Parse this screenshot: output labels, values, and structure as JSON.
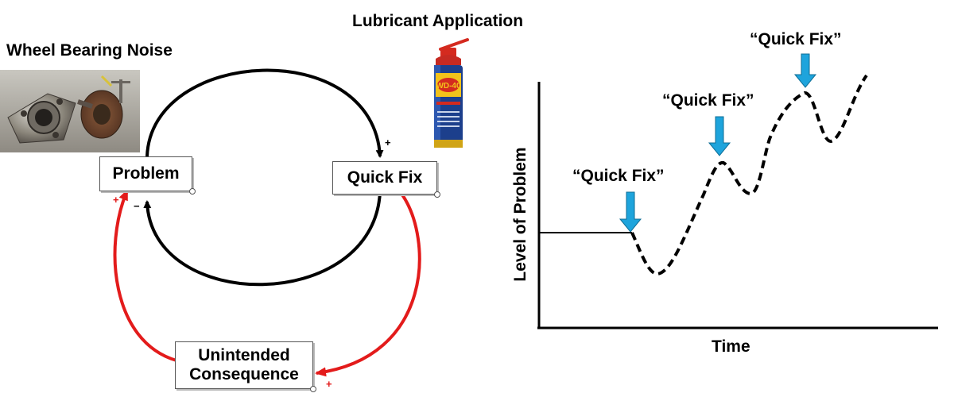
{
  "left_title": "Wheel Bearing Noise",
  "center_title": "Lubricant Application",
  "can_label": "WD-40",
  "nodes": {
    "problem": "Problem",
    "quick_fix": "Quick Fix",
    "unintended": "Unintended Consequence"
  },
  "signs": {
    "balancing_top": "+",
    "balancing_bottom": "−",
    "reinforcing_problem": "+",
    "reinforcing_consequence": "+"
  },
  "chart": {
    "ylabel": "Level of Problem",
    "xlabel": "Time",
    "annotations": [
      "“Quick Fix”",
      "“Quick Fix”",
      "“Quick Fix”"
    ]
  },
  "colors": {
    "balancing_loop": "#000000",
    "reinforcing_loop": "#e31b1b",
    "quick_fix_arrow": "#1ea4dc"
  }
}
